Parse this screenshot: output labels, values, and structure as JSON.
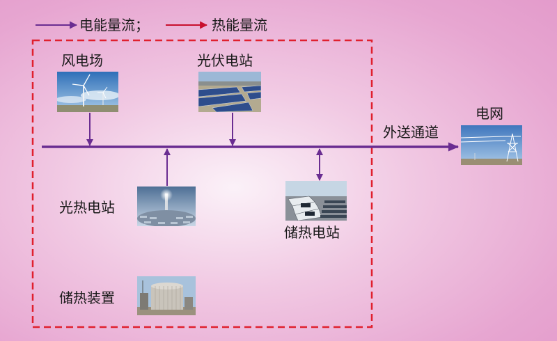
{
  "legend": {
    "electric": "电能量流；",
    "thermal": "热能量流"
  },
  "colors": {
    "electric": "#6a2d91",
    "thermal": "#c8102e",
    "boundary": "#e0202e"
  },
  "nodes": {
    "wind": "风电场",
    "pv": "光伏电站",
    "csp": "光热电站",
    "thermal_storage_station": "储热电站",
    "thermal_storage_device": "储热装置",
    "grid": "电网"
  },
  "channel": "外送通道",
  "icons": {
    "wind": "wind-farm-photo",
    "pv": "pv-station-photo",
    "csp": "csp-station-photo",
    "thermal_storage_station": "storage-station-photo",
    "thermal_storage_device": "storage-device-photo",
    "grid": "transmission-tower-photo"
  }
}
